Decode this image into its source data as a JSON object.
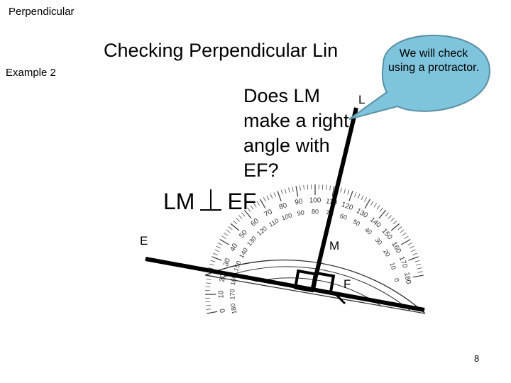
{
  "header": {
    "text": "Perpendicular"
  },
  "title": "Checking Perpendicular Lin",
  "example_label": "Example 2",
  "question": "Does LM make a right angle with EF?",
  "notation": {
    "left": "LM",
    "right": "EF"
  },
  "points": {
    "E": "E",
    "M": "M",
    "F": "F",
    "L": "L"
  },
  "callout": "We will check using a protractor.",
  "protractor": {
    "outer_ticks": [
      "0",
      "10",
      "20",
      "30",
      "40",
      "50",
      "60",
      "70",
      "80",
      "90",
      "100",
      "110",
      "120",
      "130",
      "140",
      "150",
      "160",
      "170",
      "180"
    ],
    "inner_ticks": [
      "180",
      "170",
      "160",
      "150",
      "140",
      "130",
      "120",
      "110",
      "100",
      "90",
      "80",
      "70",
      "60",
      "50",
      "40",
      "30",
      "20",
      "10",
      "0"
    ]
  },
  "page_number": "8",
  "colors": {
    "callout_fill": "#7ec4dc",
    "callout_stroke": "#5a8fa3",
    "ink": "#000000",
    "protractor_ink": "#333333"
  }
}
